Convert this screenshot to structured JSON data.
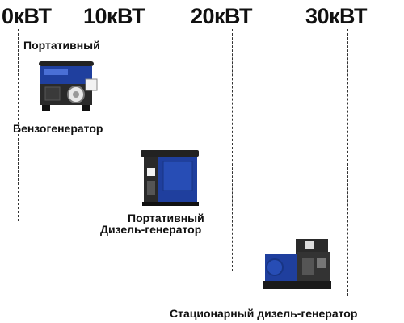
{
  "scale": {
    "labels": [
      "0кВТ",
      "10кВТ",
      "20кВТ",
      "30кВТ"
    ]
  },
  "items": [
    {
      "line1": "Портативный",
      "line2": "Бензогенератор",
      "icon": "portable-petrol-generator-icon"
    },
    {
      "line1": "Портативный",
      "line2": "Дизель-генератор",
      "icon": "portable-diesel-generator-icon"
    },
    {
      "line1": "Стационарный дизель-генератор",
      "line2": "",
      "icon": "stationary-diesel-generator-icon"
    }
  ],
  "colors": {
    "accent": "#1f3f9e",
    "dark": "#1a1a1a"
  }
}
